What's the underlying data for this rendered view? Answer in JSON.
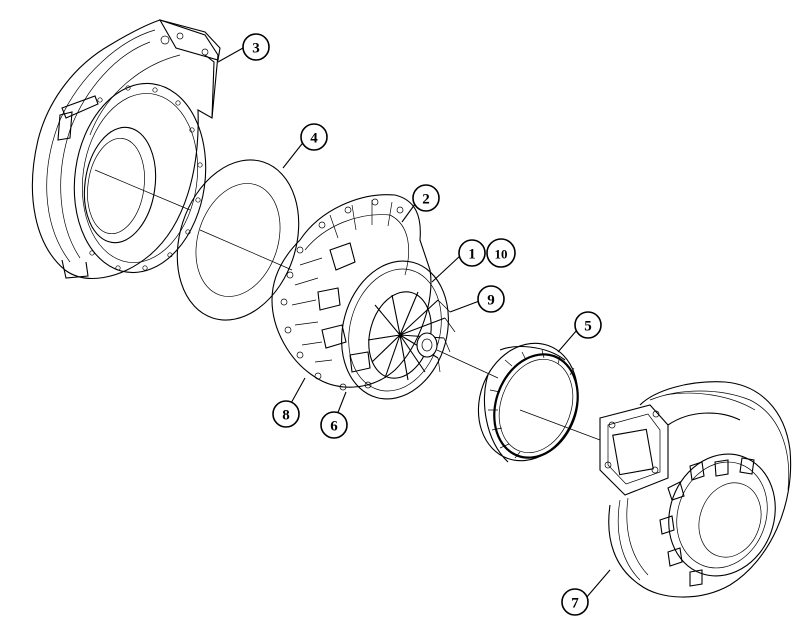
{
  "callouts": [
    {
      "id": "c3",
      "text": "3"
    },
    {
      "id": "c4",
      "text": "4"
    },
    {
      "id": "c2",
      "text": "2"
    },
    {
      "id": "c1",
      "text": "1"
    },
    {
      "id": "c10",
      "text": "10"
    },
    {
      "id": "c9",
      "text": "9"
    },
    {
      "id": "c5",
      "text": "5"
    },
    {
      "id": "c8",
      "text": "8"
    },
    {
      "id": "c6",
      "text": "6"
    },
    {
      "id": "c7",
      "text": "7"
    }
  ]
}
